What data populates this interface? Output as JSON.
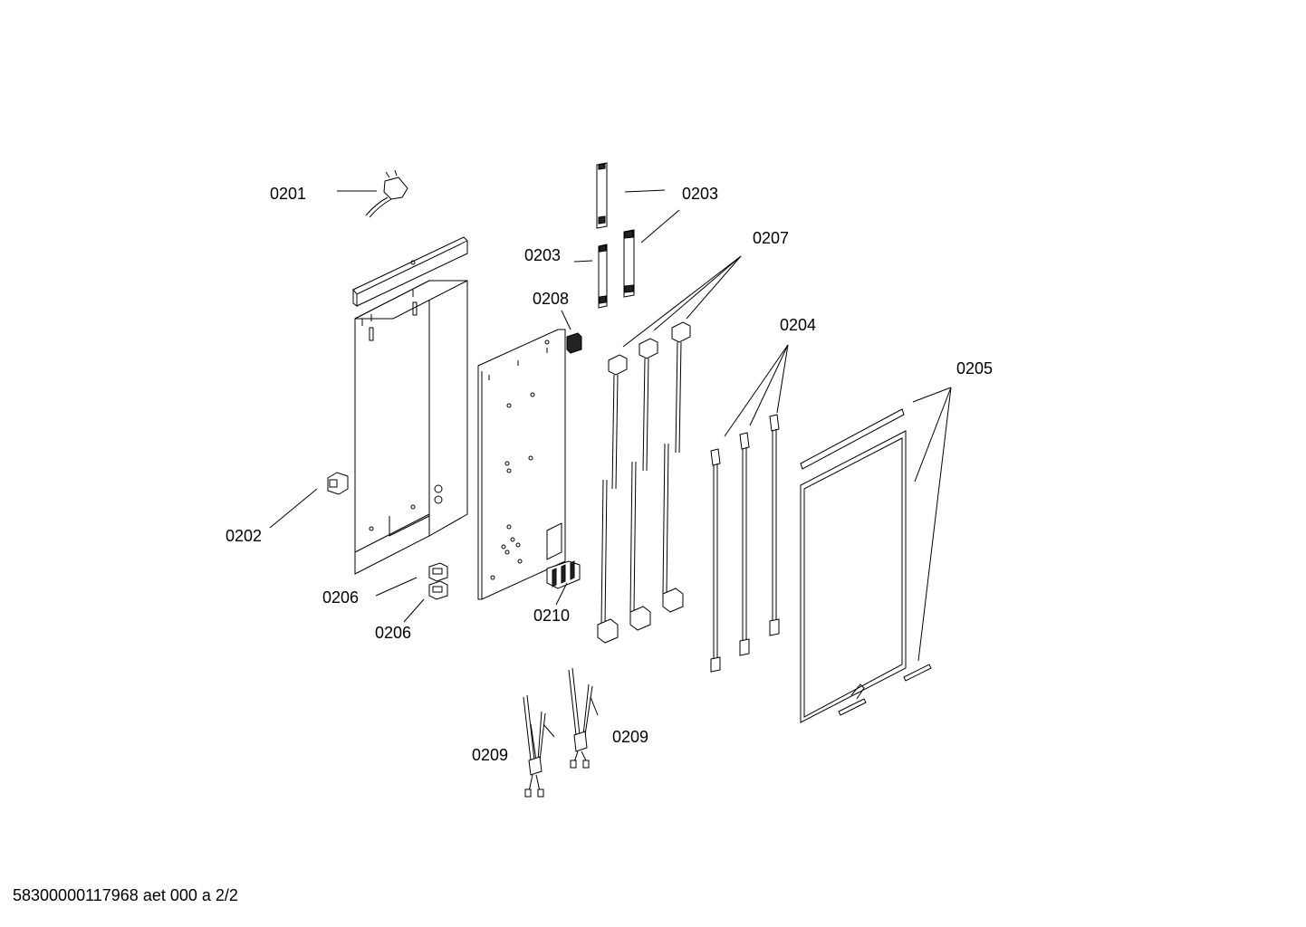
{
  "diagram": {
    "labels": {
      "p0201": "0201",
      "p0202": "0202",
      "p0203a": "0203",
      "p0203b": "0203",
      "p0204": "0204",
      "p0205": "0205",
      "p0206a": "0206",
      "p0206b": "0206",
      "p0207": "0207",
      "p0208": "0208",
      "p0209a": "0209",
      "p0209b": "0209",
      "p0210": "0210"
    }
  },
  "footer": {
    "document_id": "58300000117968 aet 000 a 2/2"
  }
}
